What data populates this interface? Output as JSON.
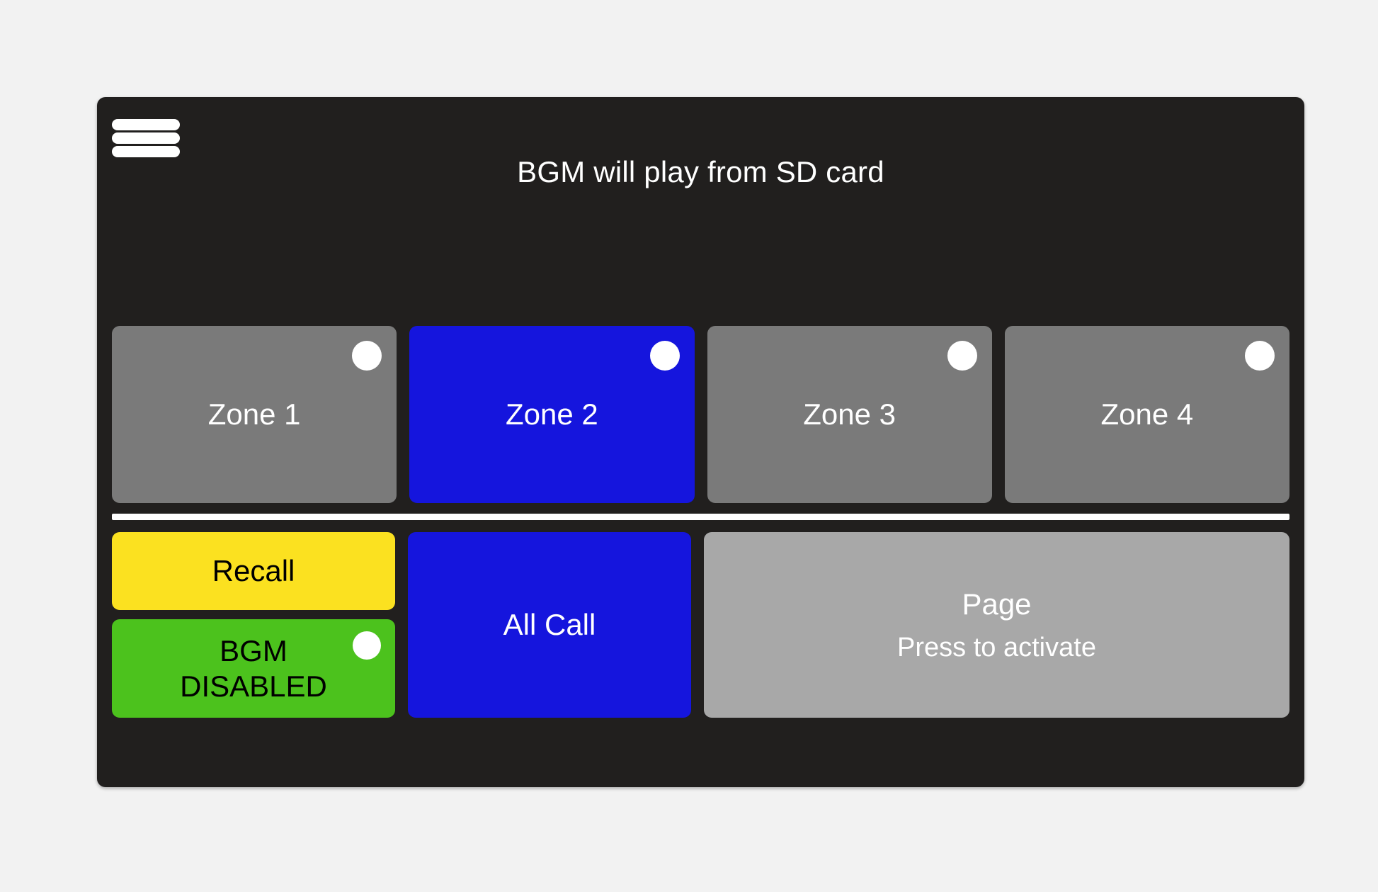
{
  "app": {
    "background_color": "#f2f2f2",
    "panel_color": "#211f1e"
  },
  "header": {
    "menu_icon": "hamburger-menu-icon",
    "status_message": "BGM will play from SD card"
  },
  "zones": {
    "items": [
      {
        "label": "Zone 1",
        "state": "off",
        "led": "on",
        "color": "#7a7a7a"
      },
      {
        "label": "Zone 2",
        "state": "on",
        "led": "on",
        "color": "#1515dd"
      },
      {
        "label": "Zone 3",
        "state": "off",
        "led": "on",
        "color": "#7a7a7a"
      },
      {
        "label": "Zone 4",
        "state": "off",
        "led": "on",
        "color": "#7a7a7a"
      }
    ]
  },
  "controls": {
    "recall": {
      "label": "Recall",
      "color": "#fbe120",
      "text_color": "#000000"
    },
    "bgm": {
      "line1": "BGM",
      "line2": "DISABLED",
      "color": "#4cc21d",
      "text_color": "#000000",
      "led": "on"
    },
    "all_call": {
      "label": "All Call",
      "color": "#1515dd",
      "text_color": "#ffffff"
    },
    "page": {
      "title": "Page",
      "hint": "Press to activate",
      "color": "#a8a8a8",
      "text_color": "#ffffff"
    }
  },
  "colors": {
    "led_on": "#ffffff",
    "divider": "#ffffff",
    "inactive_gray": "#7a7a7a",
    "active_blue": "#1515dd"
  }
}
